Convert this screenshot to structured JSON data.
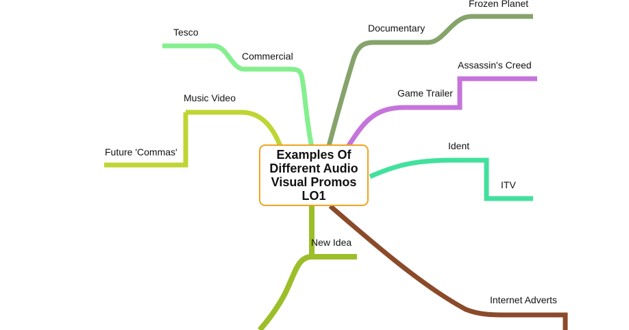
{
  "center": {
    "title": "Examples Of Different Audio Visual Promos LO1",
    "border_color": "#f0a31e"
  },
  "branches": {
    "commercial": {
      "label": "Commercial",
      "color": "#84ef8e",
      "child": {
        "label": "Tesco"
      }
    },
    "documentary": {
      "label": "Documentary",
      "color": "#86a36b",
      "child": {
        "label": "Frozen Planet"
      }
    },
    "game_trailer": {
      "label": "Game Trailer",
      "color": "#c574dc",
      "child": {
        "label": "Assassin's Creed"
      }
    },
    "ident": {
      "label": "Ident",
      "color": "#41e19d",
      "child": {
        "label": "ITV"
      }
    },
    "music_video": {
      "label": "Music Video",
      "color": "#bfd534",
      "child": {
        "label": "Future 'Commas'"
      }
    },
    "new_idea": {
      "label": "New Idea",
      "color": "#9cbe2a"
    },
    "internet_adverts": {
      "label": "Internet Adverts",
      "color": "#8b4a29"
    }
  }
}
